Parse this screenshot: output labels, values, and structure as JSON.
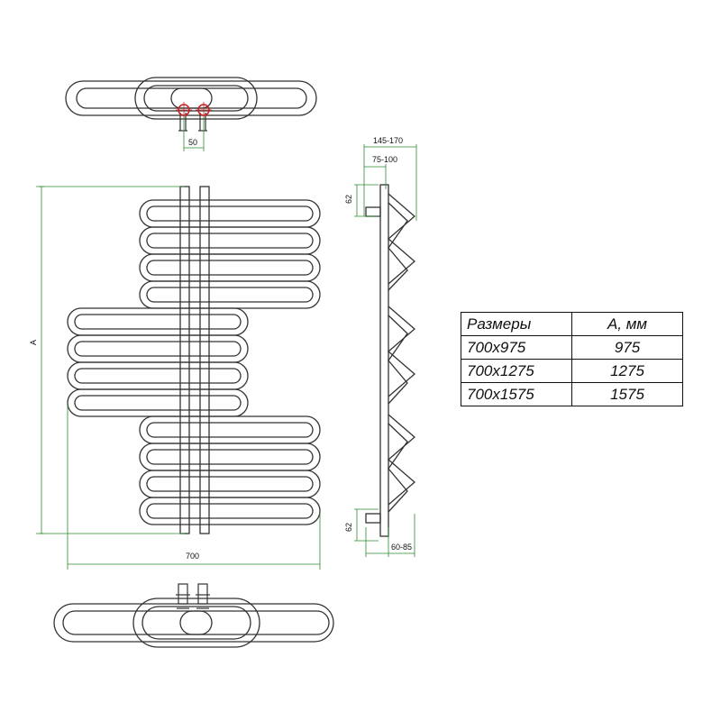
{
  "dimensions": {
    "pipe_spacing": "50",
    "height_label": "A",
    "width": "700",
    "depth_total": "145-170",
    "wall_distance": "75-100",
    "bracket_top": "62",
    "bracket_bottom": "62",
    "base_depth": "60-85"
  },
  "sizes_table": {
    "headers": [
      "Размеры",
      "A, мм"
    ],
    "rows": [
      [
        "700x975",
        "975"
      ],
      [
        "700x1275",
        "1275"
      ],
      [
        "700x1575",
        "1575"
      ]
    ]
  },
  "colors": {
    "line": "#333333",
    "dimension_line": "#2e8b2e",
    "connection_marker": "#cc2222"
  }
}
